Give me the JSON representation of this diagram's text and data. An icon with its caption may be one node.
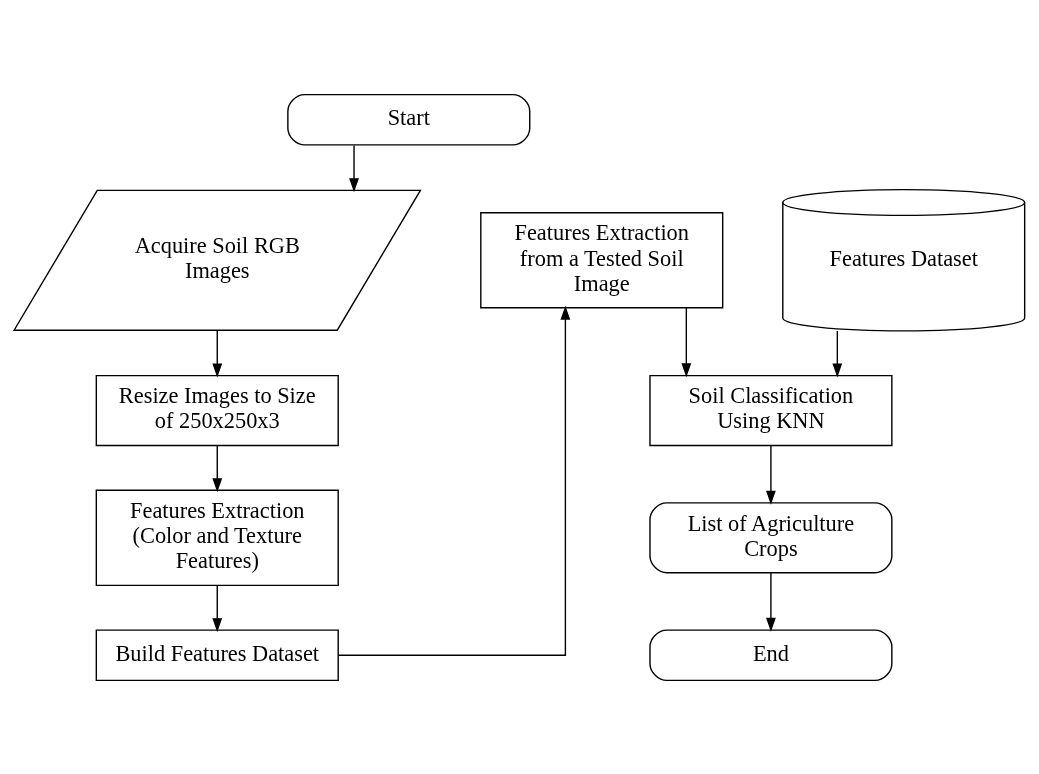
{
  "diagram": {
    "nodes": [
      {
        "text": [
          "Start"
        ]
      },
      {
        "text": [
          "Acquire Soil RGB Images"
        ]
      },
      {
        "text": [
          "Resize Images to Size of 250x250x3"
        ]
      },
      {
        "text": [
          "Features Extraction (Color and Texture Features)"
        ]
      },
      {
        "text": [
          "Build Features Dataset"
        ]
      },
      {
        "text": [
          "Features Extraction from a Tested Soil Image"
        ]
      },
      {
        "text": [
          "Features Dataset"
        ]
      },
      {
        "text": [
          "Soil Classification Using KNN"
        ]
      },
      {
        "text": [
          "List of Agriculture Crops"
        ]
      },
      {
        "text": [
          "End"
        ]
      }
    ],
    "edges": [
      {
        "from": 0,
        "to": 1,
        "arrow": "to"
      },
      {
        "from": 1,
        "to": 2,
        "arrow": "to"
      },
      {
        "from": 2,
        "to": 3,
        "arrow": "to"
      },
      {
        "from": 3,
        "to": 4,
        "arrow": "to"
      },
      {
        "from": 4,
        "to": 5,
        "arrow": "to"
      },
      {
        "from": 5,
        "to": 7,
        "arrow": "to"
      },
      {
        "from": 6,
        "to": 7,
        "arrow": "to"
      },
      {
        "from": 7,
        "to": 8,
        "arrow": "to"
      },
      {
        "from": 8,
        "to": 9,
        "arrow": "to"
      }
    ]
  }
}
